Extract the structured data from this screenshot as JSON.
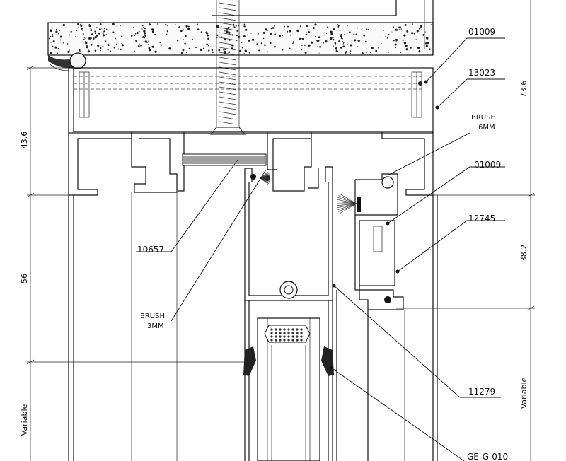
{
  "callouts": {
    "c01009_top": "01009",
    "c13023": "13023",
    "brush6_line1": "BRUSH",
    "brush6_line2": "6MM",
    "c01009_mid": "01009",
    "c12745": "12745",
    "c10657": "10657",
    "brush3_line1": "BRUSH",
    "brush3_line2": "3MM",
    "c11279": "11279",
    "cGEG010": "GE-G-010"
  },
  "dimensions": {
    "left_top": "43.6",
    "left_mid": "56",
    "left_bottom": "Variable",
    "right_top": "73.6",
    "right_mid": "38.2",
    "right_bottom": "Variable"
  }
}
